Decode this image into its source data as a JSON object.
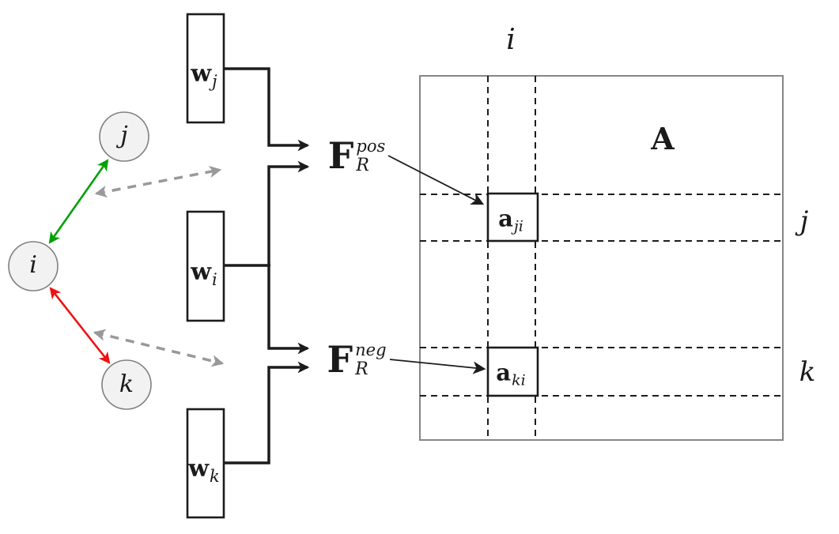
{
  "colors": {
    "black": "#1c1c1c",
    "positive_edge": "#00a005",
    "negative_edge": "#ee1111",
    "dashed_correspondence": "#999999",
    "node_fill": "#f2f2f2",
    "node_stroke": "#808080",
    "matrix_border": "#868686"
  },
  "graph": {
    "nodes": {
      "j": "j",
      "i": "i",
      "k": "k"
    }
  },
  "embeddings": {
    "wj": {
      "base": "w",
      "sub": "j"
    },
    "wi": {
      "base": "w",
      "sub": "i"
    },
    "wk": {
      "base": "w",
      "sub": "k"
    }
  },
  "functions": {
    "pos": {
      "base": "F",
      "sup": "pos",
      "sub": "R"
    },
    "neg": {
      "base": "F",
      "sup": "neg",
      "sub": "R"
    }
  },
  "matrix": {
    "name": "A",
    "column_label": "i",
    "row_label_j": "j",
    "row_label_k": "k",
    "cell_ji": {
      "base": "a",
      "sub": "ji"
    },
    "cell_ki": {
      "base": "a",
      "sub": "ki"
    }
  }
}
